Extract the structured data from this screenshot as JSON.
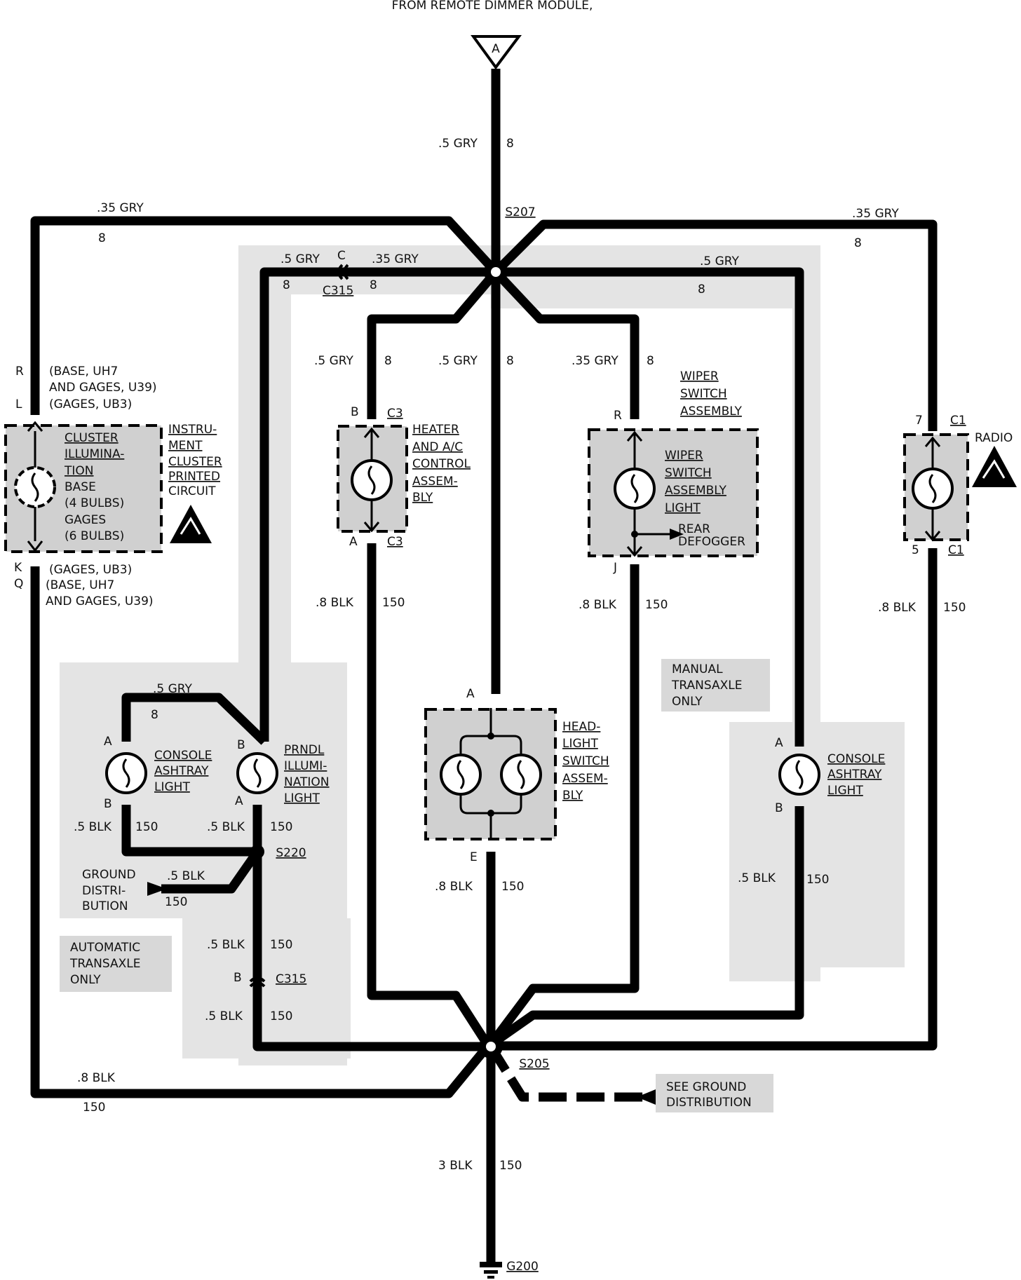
{
  "header": {
    "title": "FROM REMOTE DIMMER MODULE,"
  },
  "connector_top": "A",
  "splices": {
    "s207": "S207",
    "s205": "S205",
    "s220": "S220",
    "g200": "G200"
  },
  "wires": {
    "top_gry": ".5 GRY",
    "top_num": "8",
    "left_gry": ".35 GRY",
    "left_num": "8",
    "right_gry": ".35 GRY",
    "right_num": "8",
    "c315_left_gry": ".5 GRY",
    "c315_left_num": "8",
    "c315_right_gry": ".35 GRY",
    "c315_right_num": "8",
    "c315_top_pin": "C",
    "c315_top_name": "C315",
    "mid_right_gry": ".5 GRY",
    "mid_right_num": "8",
    "heater_gry": ".5 GRY",
    "heater_num": "8",
    "center_gry": ".5 GRY",
    "center_num": "8",
    "wiper_gry": ".35 GRY",
    "wiper_num": "8",
    "heater_blk": ".8 BLK",
    "heater_blk_num": "150",
    "wiper_blk": ".8 BLK",
    "wiper_blk_num": "150",
    "radio_blk": ".8 BLK",
    "radio_blk_num": "150",
    "console_left_gry": ".5 GRY",
    "console_left_num": "8",
    "console_blk": ".5 BLK",
    "console_blk_num": "150",
    "prndl_blk": ".5 BLK",
    "prndl_blk_num": "150",
    "ground_blk": ".5 BLK",
    "ground_blk_num": "150",
    "s220_blk": ".5 BLK",
    "s220_blk_num": "150",
    "c315_b_pin": "B",
    "c315_b_name": "C315",
    "c315_low_blk": ".5 BLK",
    "c315_low_num": "150",
    "headlight_blk": ".8 BLK",
    "headlight_blk_num": "150",
    "console_right_blk": ".5 BLK",
    "console_right_num": "150",
    "cluster_blk": ".8 BLK",
    "cluster_blk_num": "150",
    "ground_main": "3 BLK",
    "ground_main_num": "150"
  },
  "cluster": {
    "pin_r": "R",
    "pin_l": "L",
    "pin_k": "K",
    "pin_q": "Q",
    "opt_top": [
      "(BASE, UH7",
      "AND GAGES, U39)",
      "(GAGES, UB3)"
    ],
    "opt_bottom": [
      "(GAGES, UB3)",
      "(BASE, UH7",
      "AND GAGES, U39)"
    ],
    "inner": [
      "CLUSTER",
      "ILLUMINA-",
      "TION",
      "BASE",
      "(4 BULBS)",
      "GAGES",
      "(6 BULBS)"
    ],
    "name": [
      "INSTRU-",
      "MENT",
      "CLUSTER",
      "PRINTED",
      "CIRCUIT"
    ]
  },
  "heater": {
    "pin_b": "B",
    "conn_b": "C3",
    "pin_a": "A",
    "conn_a": "C3",
    "name": [
      "HEATER",
      "AND A/C",
      "CONTROL",
      "ASSEM-",
      "BLY"
    ]
  },
  "wiper": {
    "pin_r": "R",
    "pin_j": "J",
    "title": [
      "WIPER",
      "SWITCH",
      "ASSEMBLY"
    ],
    "inner": [
      "WIPER",
      "SWITCH",
      "ASSEMBLY",
      "LIGHT"
    ],
    "defogger": [
      "REAR",
      "DEFOGGER"
    ]
  },
  "radio": {
    "pin_7": "7",
    "conn_top": "C1",
    "pin_5": "5",
    "conn_bottom": "C1",
    "name": "RADIO"
  },
  "headlight": {
    "pin_a": "A",
    "pin_e": "E",
    "name": [
      "HEAD-",
      "LIGHT",
      "SWITCH",
      "ASSEM-",
      "BLY"
    ]
  },
  "manual_note": [
    "MANUAL",
    "TRANSAXLE",
    "ONLY"
  ],
  "auto_note": [
    "AUTOMATIC",
    "TRANSAXLE",
    "ONLY"
  ],
  "console_left": {
    "pin_a": "A",
    "pin_b": "B",
    "name": [
      "CONSOLE",
      "ASHTRAY",
      "LIGHT"
    ]
  },
  "prndl": {
    "pin_b": "B",
    "pin_a": "A",
    "name": [
      "PRNDL",
      "ILLUMI-",
      "NATION",
      "LIGHT"
    ]
  },
  "console_right": {
    "pin_a": "A",
    "pin_b": "B",
    "name": [
      "CONSOLE",
      "ASHTRAY",
      "LIGHT"
    ]
  },
  "ground_dist": [
    "GROUND",
    "DISTRI-",
    "BUTION"
  ],
  "see_ground": [
    "SEE GROUND",
    "DISTRIBUTION"
  ]
}
